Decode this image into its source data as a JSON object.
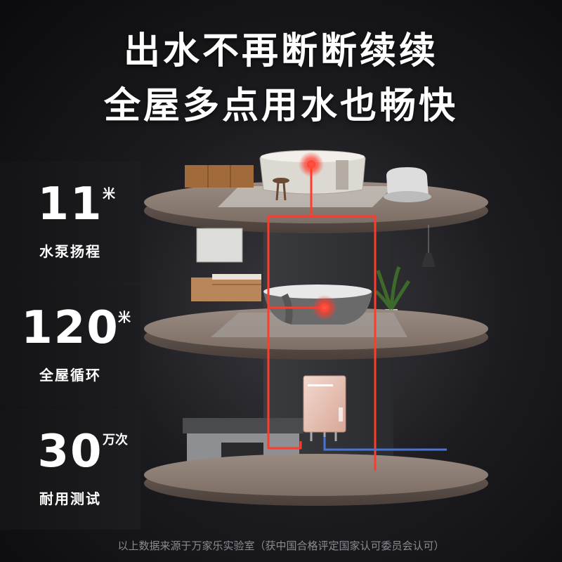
{
  "headline": {
    "line1": "出水不再断断续续",
    "line2": "全屋多点用水也畅快"
  },
  "stats": [
    {
      "value": "11",
      "unit": "米",
      "label": "水泵扬程"
    },
    {
      "value": "120",
      "unit": "米",
      "label": "全屋循环"
    },
    {
      "value": "30",
      "unit": "万次",
      "label": "耐用测试"
    }
  ],
  "footer": {
    "note": "以上数据来源于万家乐实验室（获中国合格评定国家认可委员会认可）"
  },
  "colors": {
    "hot_pipe": "#e8452c",
    "cold_pipe": "#4a73d8",
    "floor": "#8a7a70",
    "background": "#1c1c20"
  }
}
